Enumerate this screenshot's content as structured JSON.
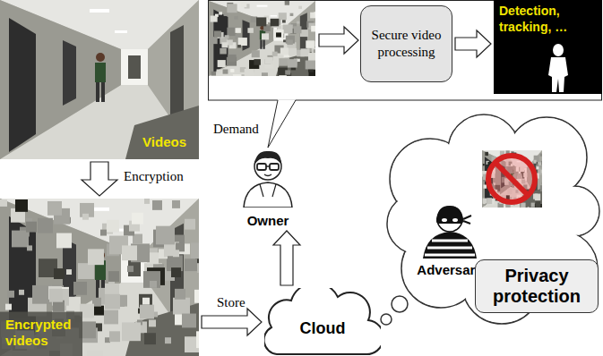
{
  "diagram": {
    "nodes": [
      {
        "text": [
          "Videos"
        ]
      },
      {
        "text": [
          "Encrypted videos"
        ]
      },
      {
        "text": [
          "Secure video processing"
        ]
      },
      {
        "text": [
          "Detection, tracking, …"
        ]
      },
      {
        "text": [
          "Owner"
        ]
      },
      {
        "text": [
          "Cloud"
        ]
      },
      {
        "text": [
          "Adversary"
        ]
      },
      {
        "text": [
          "Privacy protection"
        ]
      }
    ],
    "edges": [
      {
        "from": 0,
        "to": 1,
        "arrow": "to",
        "label": "Encryption"
      },
      {
        "from": 1,
        "to": 5,
        "arrow": "to",
        "label": "Store"
      },
      {
        "from": 5,
        "to": 4,
        "arrow": "to"
      },
      {
        "from": 2,
        "to": 3,
        "arrow": "to"
      }
    ],
    "labels": [
      "Demand"
    ]
  }
}
